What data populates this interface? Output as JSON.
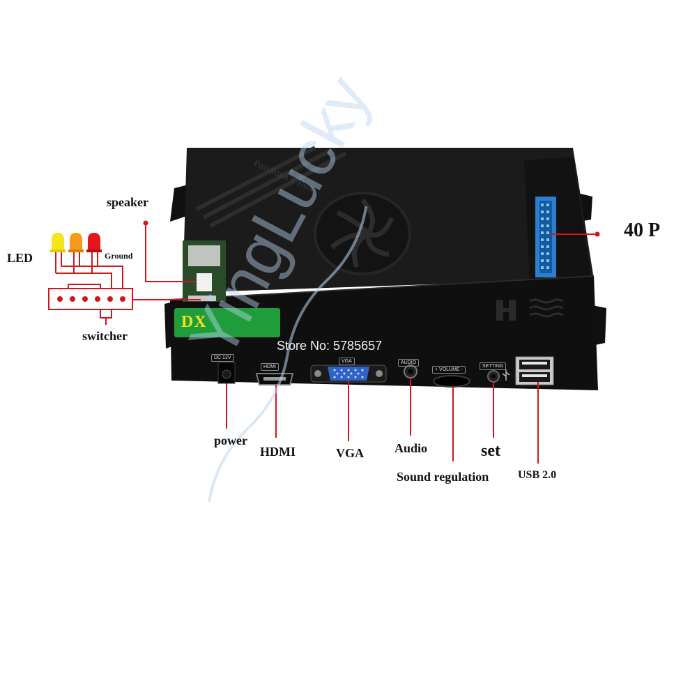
{
  "labels": {
    "speaker": "speaker",
    "led": "LED",
    "ground": "Ground",
    "switcher": "switcher",
    "forty_p": "40 P",
    "power": "power",
    "hdmi": "HDMI",
    "vga": "VGA",
    "audio": "Audio",
    "set": "set",
    "sound_regulation": "Sound regulation",
    "usb": "USB 2.0"
  },
  "device": {
    "brand_badge": "DX",
    "store": "Store No: 5785657",
    "lid_emboss": "Pandora's Box",
    "ports": {
      "dc": "DC 12V",
      "hdmi": "HDMI",
      "vga": "VGA",
      "audio": "AUDIO",
      "volume": "+ VOLUME -",
      "setting": "SETTING"
    }
  },
  "watermark": "YingLucky",
  "colors": {
    "pointer": "#d4141c",
    "box": "#161616",
    "connector": "#2a7fd0",
    "badge": "#1f9d3a",
    "led_yellow": "#f6e51a",
    "led_orange": "#f59a1c",
    "led_red": "#e4151b",
    "watermark": "#b9d6ee"
  }
}
